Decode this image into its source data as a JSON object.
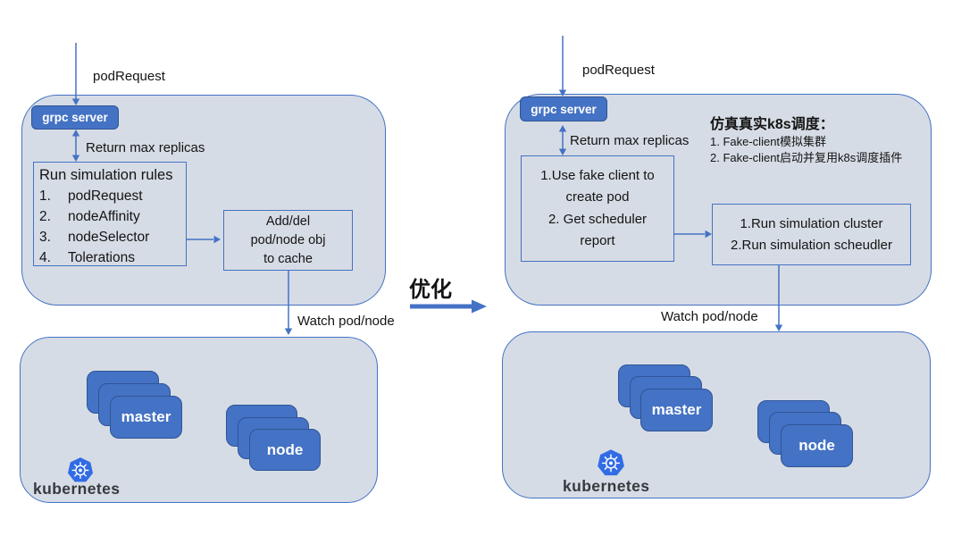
{
  "diagram": {
    "left": {
      "pod_request": "podRequest",
      "grpc_server": "grpc server",
      "return_max_replicas": "Return max replicas",
      "rules_box": {
        "title": "Run simulation rules",
        "items": [
          {
            "num": "1.",
            "label": "podRequest"
          },
          {
            "num": "2.",
            "label": "nodeAffinity"
          },
          {
            "num": "3.",
            "label": "nodeSelector"
          },
          {
            "num": "4.",
            "label": "Tolerations"
          }
        ]
      },
      "cache_box": {
        "line1": "Add/del",
        "line2": "pod/node obj",
        "line3": "to cache"
      },
      "watch_pod_node": "Watch pod/node",
      "cluster": {
        "master": "master",
        "node": "node",
        "brand": "kubernetes"
      }
    },
    "middle": {
      "optimize": "优化"
    },
    "right": {
      "pod_request": "podRequest",
      "grpc_server": "grpc server",
      "return_max_replicas": "Return max replicas",
      "notes": {
        "title": "仿真真实k8s调度：",
        "line1": "1. Fake-client模拟集群",
        "line2": "2. Fake-client启动并复用k8s调度插件"
      },
      "fake_client_box": {
        "line1": "1.Use fake client to",
        "line2": "create pod",
        "line3": "2. Get scheduler",
        "line4": "report"
      },
      "sim_box": {
        "line1": "1.Run simulation cluster",
        "line2": "2.Run simulation scheudler"
      },
      "watch_pod_node": "Watch pod/node",
      "cluster": {
        "master": "master",
        "node": "node",
        "brand": "kubernetes"
      }
    },
    "colors": {
      "accent": "#4472C4",
      "accent_dark": "#2F5597",
      "panel_fill": "#D6DCE5",
      "k8s_blue": "#326CE5"
    }
  }
}
